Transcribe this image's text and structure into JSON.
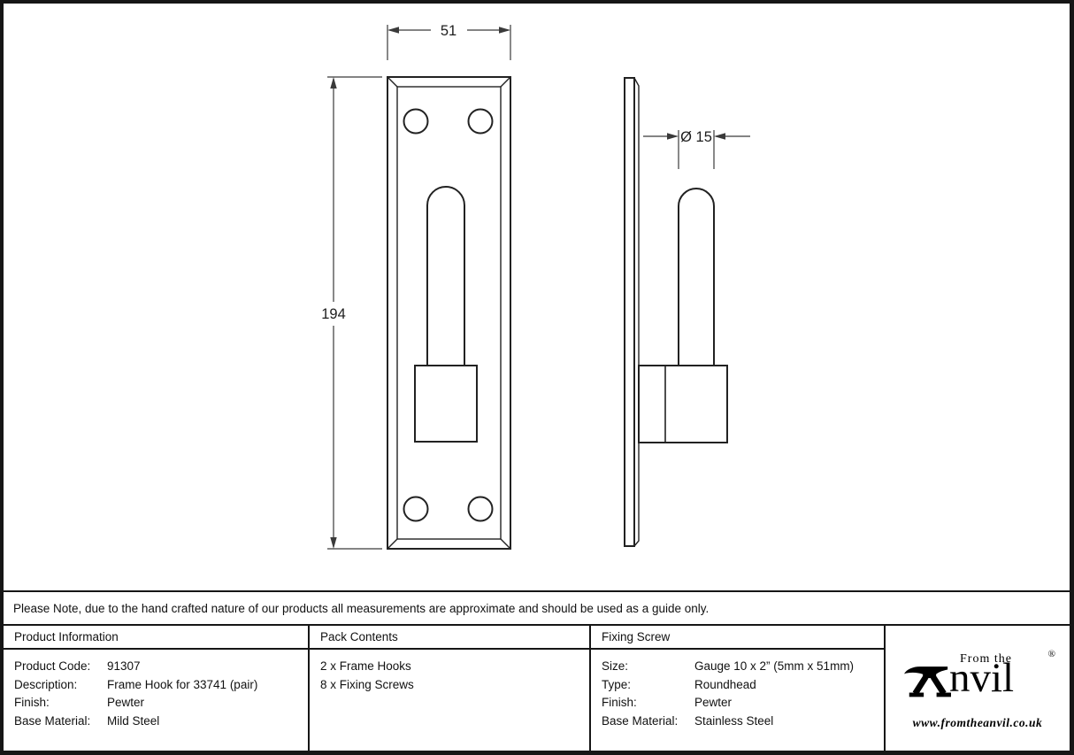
{
  "drawing": {
    "front_width_dim": "51",
    "front_height_dim": "194",
    "pin_diameter_dim": "Ø 15"
  },
  "note": "Please Note, due to the hand crafted nature of our products all measurements are approximate and should be used as a guide only.",
  "table": {
    "product_information": {
      "header": "Product Information",
      "rows": [
        {
          "label": "Product Code:",
          "value": "91307"
        },
        {
          "label": "Description:",
          "value": "Frame Hook for 33741 (pair)"
        },
        {
          "label": "Finish:",
          "value": "Pewter"
        },
        {
          "label": "Base Material:",
          "value": "Mild Steel"
        }
      ]
    },
    "pack_contents": {
      "header": "Pack Contents",
      "items": [
        "2 x Frame Hooks",
        "8 x Fixing Screws"
      ]
    },
    "fixing_screw": {
      "header": "Fixing Screw",
      "rows": [
        {
          "label": "Size:",
          "value": "Gauge 10 x 2” (5mm x 51mm)"
        },
        {
          "label": "Type:",
          "value": "Roundhead"
        },
        {
          "label": "Finish:",
          "value": "Pewter"
        },
        {
          "label": "Base Material:",
          "value": "Stainless Steel"
        }
      ]
    }
  },
  "logo": {
    "from_the": "From the",
    "brand_text": "nvil",
    "registered": "®",
    "url": "www.fromtheanvil.co.uk"
  },
  "colors": {
    "line": "#222222",
    "border": "#161616",
    "background": "#ffffff",
    "logo": "#000000"
  }
}
